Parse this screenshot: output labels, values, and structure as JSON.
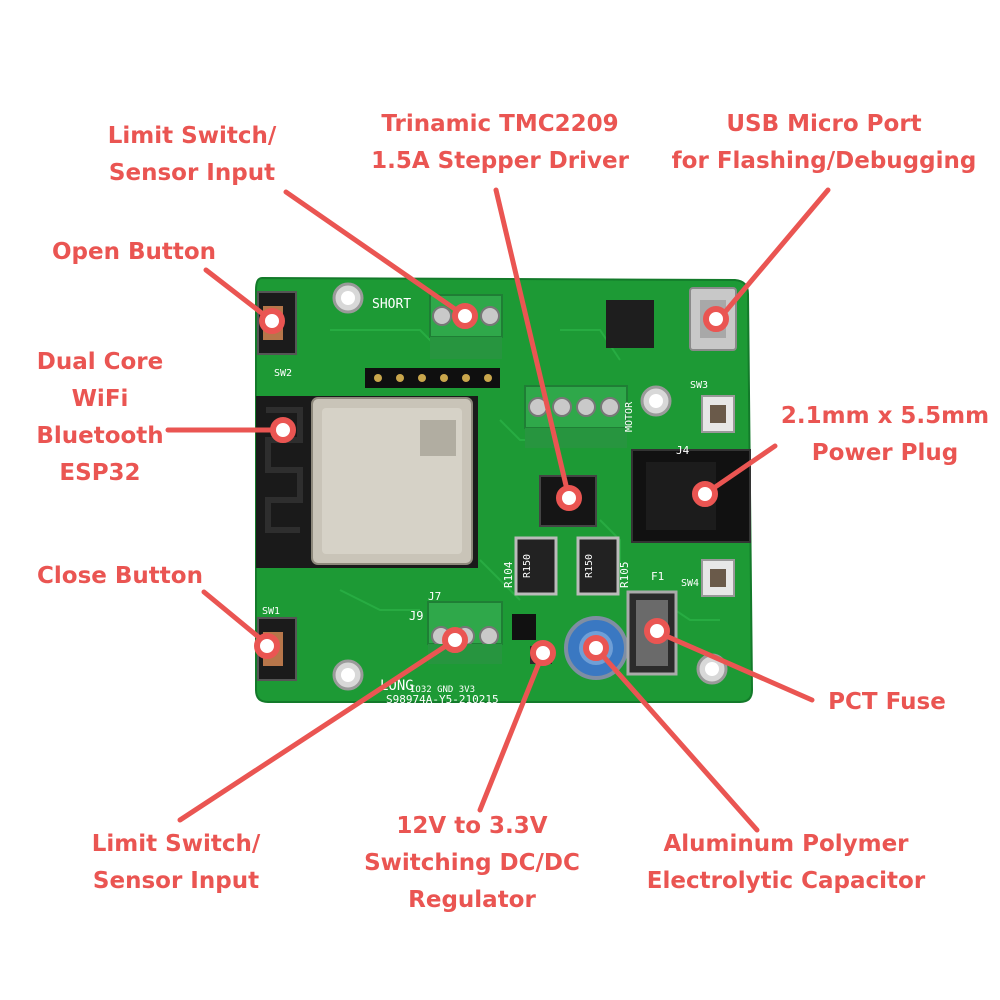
{
  "colors": {
    "accent": "#ea5552",
    "pcb": "#1d9a35",
    "pcb_dark": "#13762a",
    "terminal": "#2fa84a",
    "background": "#ffffff"
  },
  "labels": {
    "limit_switch_top": {
      "line1": "Limit Switch/",
      "line2": "Sensor Input"
    },
    "stepper_driver": {
      "line1": "Trinamic TMC2209",
      "line2": "1.5A Stepper Driver"
    },
    "usb_port": {
      "line1": "USB Micro Port",
      "line2": "for Flashing/Debugging"
    },
    "open_button": "Open Button",
    "esp32": {
      "line1": "Dual Core",
      "line2": "WiFi",
      "line3": "Bluetooth",
      "line4": "ESP32"
    },
    "power_plug": {
      "line1": "2.1mm x 5.5mm",
      "line2": "Power Plug"
    },
    "close_button": "Close Button",
    "pct_fuse": "PCT Fuse",
    "limit_switch_bottom": {
      "line1": "Limit Switch/",
      "line2": "Sensor Input"
    },
    "regulator": {
      "line1": "12V to 3.3V",
      "line2": "Switching DC/DC",
      "line3": "Regulator"
    },
    "capacitor": {
      "line1": "Aluminum Polymer",
      "line2": "Electrolytic Capacitor"
    }
  },
  "silkscreen": {
    "short": "SHORT",
    "long": "LONG",
    "motor": "MOTOR",
    "sw1": "SW1",
    "sw2": "SW2",
    "sw3": "SW3",
    "sw4": "SW4",
    "j4": "J4",
    "j7": "J7",
    "j9": "J9",
    "f1": "F1",
    "r104": "R104",
    "r105": "R105",
    "r150": "R150",
    "board_id": "S98974A-Y5-210215",
    "pins_j9": "IO32 GND 3V3"
  }
}
